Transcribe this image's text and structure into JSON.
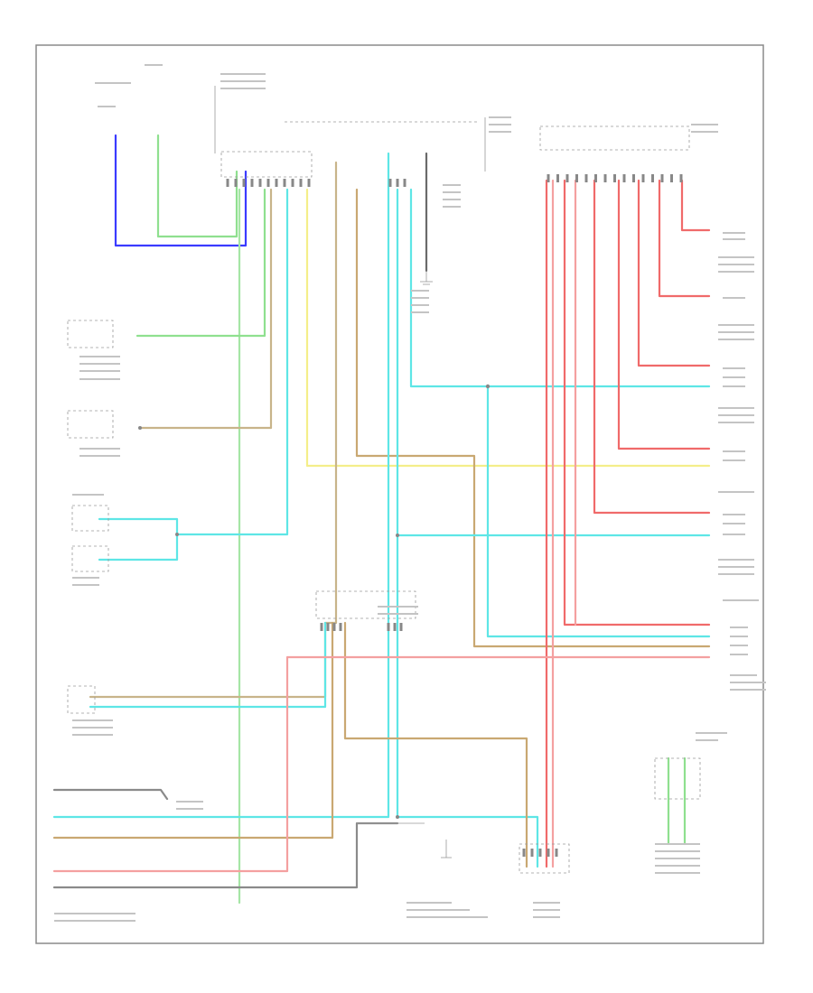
{
  "diagram": {
    "footer_label": "",
    "wire_colors": {
      "blue": "#3b3bff",
      "green": "#8fe08f",
      "light_green": "#a6e6a6",
      "cyan": "#5ee6e6",
      "tan": "#c8b48a",
      "tan_dark": "#c9a872",
      "red": "#f06a6a",
      "pink": "#f4a0a0",
      "yellow": "#f4ee8a",
      "gray": "#8a8a8a",
      "black": "#6a6a6a"
    },
    "components": [
      {
        "id": "ground-point",
        "label": ""
      },
      {
        "id": "relay-sensor",
        "label": ""
      },
      {
        "id": "sensor-a",
        "label": ""
      },
      {
        "id": "junction-connector-top",
        "label": ""
      },
      {
        "id": "right-connector-top",
        "label": ""
      },
      {
        "id": "left-switch-1",
        "label": ""
      },
      {
        "id": "left-switch-2",
        "label": ""
      },
      {
        "id": "left-control-unit",
        "label": ""
      },
      {
        "id": "left-sensor-unit",
        "label": ""
      },
      {
        "id": "center-junction",
        "label": ""
      },
      {
        "id": "left-lower-unit",
        "label": ""
      },
      {
        "id": "bottom-left-connector",
        "label": ""
      },
      {
        "id": "bottom-center-ground",
        "label": ""
      },
      {
        "id": "bottom-center-connector",
        "label": ""
      },
      {
        "id": "bottom-right-module",
        "label": ""
      },
      {
        "id": "right-module-1",
        "label": ""
      },
      {
        "id": "right-module-2",
        "label": ""
      },
      {
        "id": "right-module-3",
        "label": ""
      },
      {
        "id": "right-module-4",
        "label": ""
      },
      {
        "id": "right-module-5",
        "label": ""
      },
      {
        "id": "right-module-6",
        "label": ""
      }
    ]
  }
}
